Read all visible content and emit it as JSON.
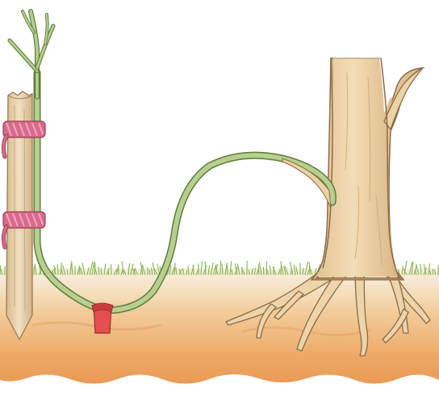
{
  "illustration": {
    "subject": "layering-propagation",
    "parts": [
      "stake",
      "ties",
      "new-shoot",
      "bent-stem",
      "ground-peg",
      "parent-tree",
      "roots",
      "soil",
      "grass"
    ]
  },
  "colors": {
    "background": "#ffffff",
    "soil_light": "#f2d9b8",
    "soil_dark": "#e79a55",
    "grass": "#7fb24b",
    "stem_fill": "#b9cf8f",
    "stem_outline": "#5a7d3a",
    "bark": "#ecd2a6",
    "bark_outline": "#8a6a45",
    "stake": "#e9d4b0",
    "tie": "#d86b8c",
    "peg": "#e4504f"
  }
}
